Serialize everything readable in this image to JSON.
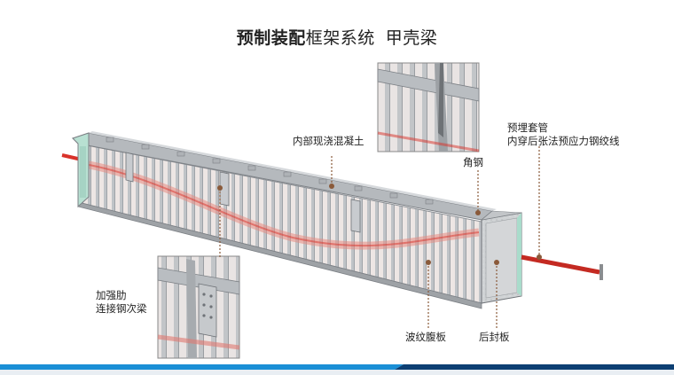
{
  "title": {
    "bold_part": "预制装配",
    "regular_part": "框架系统",
    "subtitle": "甲壳梁"
  },
  "labels": {
    "inner_concrete": "内部现浇混凝土",
    "angle_steel": "角钢",
    "embedded_sleeve": "预埋套管",
    "post_tension": "内穿后张法预应力钢绞线",
    "stiffener": "加强肋",
    "secondary_beam": "连接钢次梁",
    "corrugated_web": "波纹腹板",
    "end_plate": "后封板"
  },
  "colors": {
    "steel": "#c9cdd2",
    "tendon": "#d9322a",
    "accent_blue": "#1a8fd6",
    "leader": "#8a5a3a"
  }
}
